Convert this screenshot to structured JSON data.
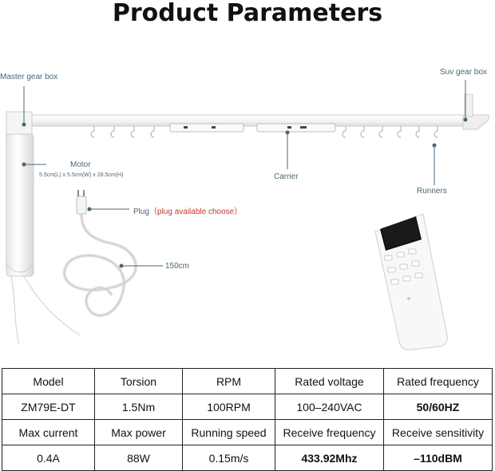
{
  "title": "Product Parameters",
  "labels": {
    "master_gear_box": "Master gear box",
    "suv_gear_box": "Suv gear box",
    "motor": "Motor",
    "motor_size": "5.5cm(L) x 5.5cm(W) x 28.5cm(H)",
    "carrier": "Carrier",
    "runners": "Runners",
    "plug": "Plug",
    "plug_paren_open": "（",
    "plug_note": "plug available  choose",
    "plug_paren_close": "）",
    "cable_length": "150cm"
  },
  "table": {
    "rows": [
      [
        "Model",
        "Torsion",
        "RPM",
        "Rated voltage",
        "Rated frequency"
      ],
      [
        "ZM79E-DT",
        "1.5Nm",
        "100RPM",
        "100–240VAC",
        "50/60HZ"
      ],
      [
        "Max current",
        "Max power",
        "Running speed",
        "Receive frequency",
        "Receive sensitivity"
      ],
      [
        "0.4A",
        "88W",
        "0.15m/s",
        "433.92Mhz",
        "–110dBM"
      ]
    ]
  },
  "colors": {
    "label_text": "#4a6677",
    "plug_note": "#c0392b",
    "pointer_line": "#4a6677"
  }
}
